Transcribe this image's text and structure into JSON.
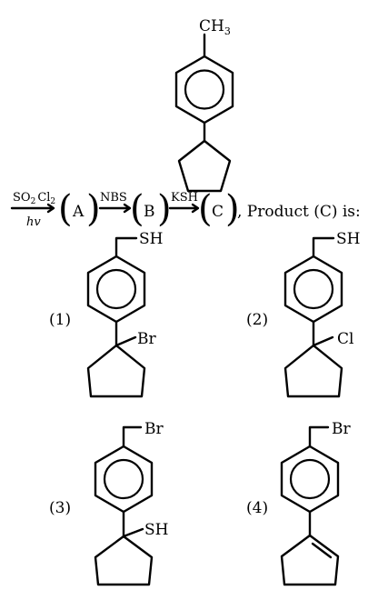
{
  "reactant": {
    "methyl_label": "CH",
    "methyl_subscript": "3"
  },
  "reaction": {
    "step1_reagent_main": "SO",
    "step1_reagent_sub1": "2",
    "step1_reagent_cl": "Cl",
    "step1_reagent_sub2": "2",
    "step1_condition": "hv",
    "intermediate_a": "A",
    "step2_reagent": "NBS",
    "intermediate_b": "B",
    "step3_reagent": "KSH",
    "product_c": "C",
    "question_text": ", Product (C) is:"
  },
  "options": [
    {
      "number": "(1)",
      "top_group": "SH",
      "ring_group": "Br"
    },
    {
      "number": "(2)",
      "top_group": "SH",
      "ring_group": "Cl"
    },
    {
      "number": "(3)",
      "top_group": "Br",
      "ring_group": "SH"
    },
    {
      "number": "(4)",
      "top_group": "Br",
      "ring_group": ""
    }
  ]
}
